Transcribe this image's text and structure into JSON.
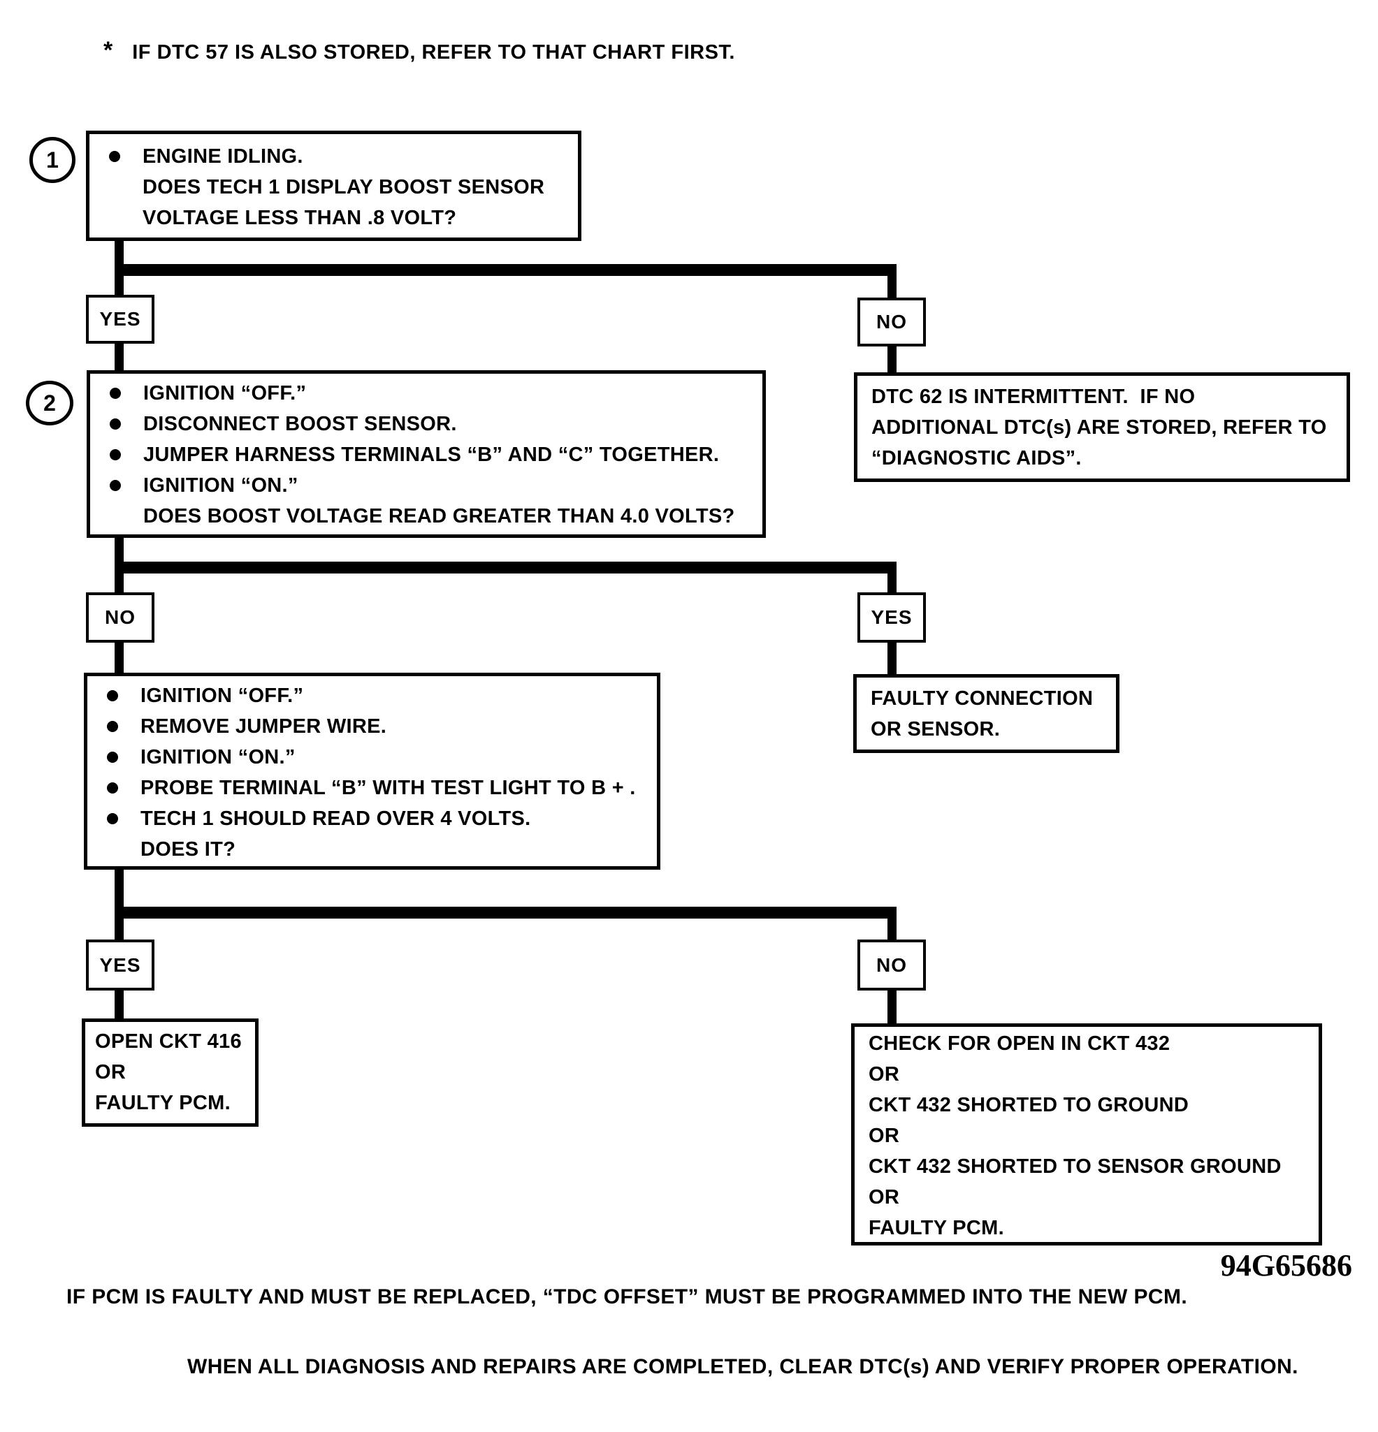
{
  "colors": {
    "ink": "#000000",
    "paper": "#ffffff"
  },
  "note": {
    "marker": "*",
    "text": "IF DTC 57 IS ALSO STORED, REFER TO THAT CHART FIRST."
  },
  "figure_number": "94G65686",
  "footer": {
    "line1": "IF PCM IS FAULTY AND MUST BE REPLACED, “TDC OFFSET” MUST BE PROGRAMMED INTO THE NEW PCM.",
    "line2": "WHEN ALL DIAGNOSIS AND REPAIRS ARE COMPLETED, CLEAR DTC(s) AND VERIFY PROPER OPERATION."
  },
  "flow": {
    "step1": {
      "number": "1",
      "lines": [
        {
          "bullet": true,
          "text": "ENGINE IDLING."
        },
        {
          "bullet": false,
          "text": "DOES TECH 1 DISPLAY BOOST SENSOR"
        },
        {
          "bullet": false,
          "text": "VOLTAGE LESS THAN .8 VOLT?"
        }
      ]
    },
    "branch1": {
      "left_label": "YES",
      "right_label": "NO"
    },
    "dtc62_box": {
      "lines": [
        "DTC 62 IS INTERMITTENT.  IF NO",
        "ADDITIONAL DTC(s) ARE STORED, REFER TO",
        "“DIAGNOSTIC AIDS”."
      ]
    },
    "step2": {
      "number": "2",
      "lines": [
        {
          "bullet": true,
          "text": "IGNITION “OFF.”"
        },
        {
          "bullet": true,
          "text": "DISCONNECT BOOST SENSOR."
        },
        {
          "bullet": true,
          "text": "JUMPER HARNESS TERMINALS “B” AND “C” TOGETHER."
        },
        {
          "bullet": true,
          "text": "IGNITION “ON.”"
        },
        {
          "bullet": false,
          "text": "DOES BOOST VOLTAGE READ GREATER THAN 4.0 VOLTS?"
        }
      ]
    },
    "branch2": {
      "left_label": "NO",
      "right_label": "YES"
    },
    "faulty_connection_box": {
      "lines": [
        "FAULTY CONNECTION",
        "OR SENSOR."
      ]
    },
    "step3": {
      "lines": [
        {
          "bullet": true,
          "text": "IGNITION “OFF.”"
        },
        {
          "bullet": true,
          "text": "REMOVE JUMPER WIRE."
        },
        {
          "bullet": true,
          "text": "IGNITION “ON.”"
        },
        {
          "bullet": true,
          "text": "PROBE TERMINAL “B” WITH TEST LIGHT TO B + ."
        },
        {
          "bullet": true,
          "text": "TECH 1 SHOULD READ OVER 4 VOLTS."
        },
        {
          "bullet": false,
          "text": "DOES IT?"
        }
      ]
    },
    "branch3": {
      "left_label": "YES",
      "right_label": "NO"
    },
    "open_ckt_box": {
      "lines": [
        "OPEN CKT 416",
        "OR",
        "FAULTY PCM."
      ]
    },
    "check_ckt_box": {
      "lines": [
        "CHECK FOR OPEN IN CKT 432",
        "OR",
        "CKT 432 SHORTED TO GROUND",
        "OR",
        "CKT 432 SHORTED TO SENSOR GROUND",
        "OR",
        "FAULTY PCM."
      ]
    }
  }
}
